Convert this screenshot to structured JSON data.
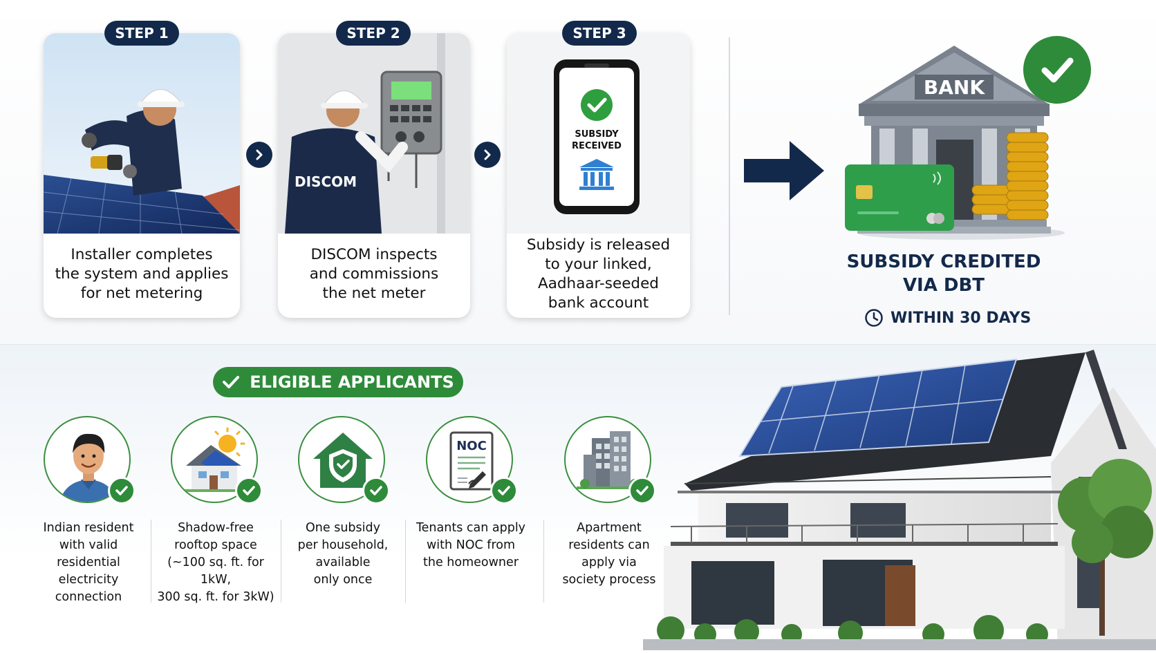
{
  "steps": [
    {
      "label": "STEP 1",
      "text": "Installer completes\nthe system and applies\nfor net metering"
    },
    {
      "label": "STEP 2",
      "text": "DISCOM inspects\nand commissions\nthe net meter",
      "photo_vest_text": "DISCOM"
    },
    {
      "label": "STEP 3",
      "text": "Subsidy is released\nto your linked,\nAadhaar-seeded\nbank account",
      "phone_line1": "SUBSIDY",
      "phone_line2": "RECEIVED"
    }
  ],
  "result": {
    "bank_sign": "BANK",
    "title_line1": "SUBSIDY CREDITED",
    "title_line2": "VIA DBT",
    "timeline": "WITHIN 30 DAYS"
  },
  "eligible": {
    "heading": "ELIGIBLE APPLICANTS",
    "items": [
      {
        "icon": "person-icon",
        "text": "Indian resident\nwith valid\nresidential\nelectricity\nconnection"
      },
      {
        "icon": "solar-house-icon",
        "text": "Shadow-free\nrooftop space\n(~100 sq. ft. for 1kW,\n300 sq. ft. for 3kW)"
      },
      {
        "icon": "house-shield-icon",
        "text": "One subsidy\nper household,\navailable\nonly once"
      },
      {
        "icon": "noc-document-icon",
        "text": "Tenants can apply\nwith NOC from\nthe homeowner",
        "doc_label": "NOC"
      },
      {
        "icon": "apartment-icon",
        "text": "Apartment\nresidents can\napply via\nsociety process"
      }
    ]
  },
  "colors": {
    "navy": "#13294b",
    "green": "#2e8b3a"
  }
}
